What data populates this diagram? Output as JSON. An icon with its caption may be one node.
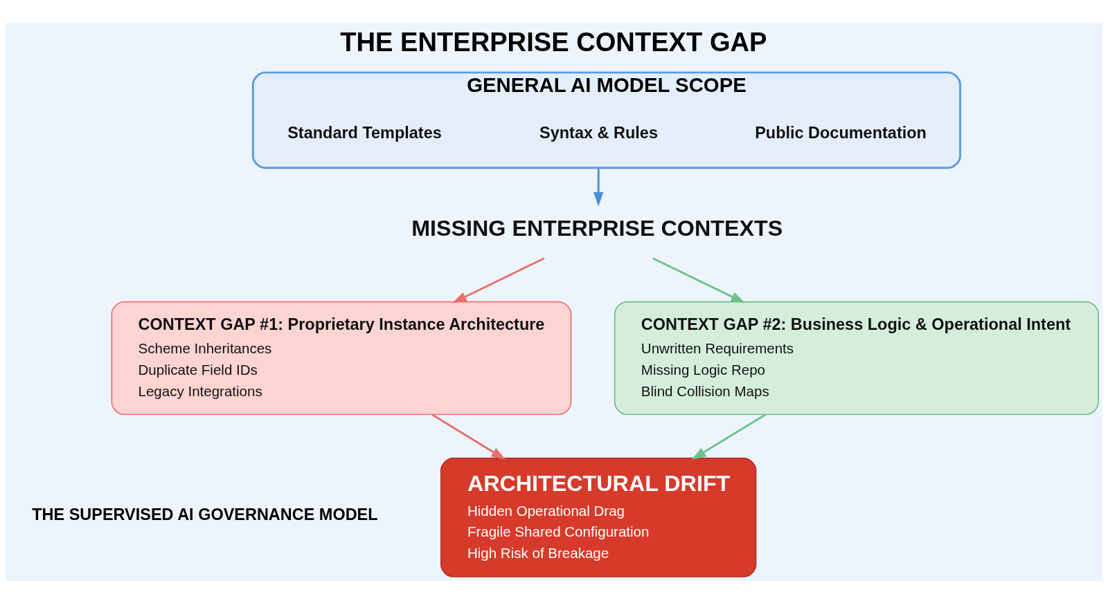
{
  "diagram": {
    "title": "THE ENTERPRISE CONTEXT GAP",
    "nodes": [
      {
        "text": [
          "GENERAL AI MODEL SCOPE"
        ]
      },
      {
        "text": [
          "Public Documentation"
        ],
        "in": 0
      },
      {
        "text": [
          "Syntax & Rules"
        ],
        "in": 0
      },
      {
        "text": [
          "Standard Templates"
        ],
        "in": 0
      },
      {
        "text": [
          "MISSING ENTERPRISE CONTEXTS"
        ]
      },
      {
        "text": [
          "CONTEXT GAP #1: Proprietary Instance Architecture",
          "Scheme Inheritances",
          "Duplicate Field IDs",
          "Legacy Integrations"
        ]
      },
      {
        "text": [
          "CONTEXT GAP #2: Business Logic & Operational Intent",
          "Unwritten Requirements",
          "Missing Logic Repo",
          "Blind Collision Maps"
        ]
      },
      {
        "text": [
          "ARCHITECTURAL DRIFT",
          "Hidden Operational Drag",
          "Fragile Shared Configuration",
          "High Risk of Breakage"
        ]
      }
    ],
    "edges": [
      {
        "from": 0,
        "to": 4,
        "arrow": "to",
        "color": "#4a90d9"
      },
      {
        "from": 4,
        "to": 5,
        "arrow": "to",
        "color": "#e8706a"
      },
      {
        "from": 4,
        "to": 6,
        "arrow": "to",
        "color": "#6cc48a"
      },
      {
        "from": 5,
        "to": 7,
        "arrow": "to",
        "color": "#e8706a"
      },
      {
        "from": 6,
        "to": 7,
        "arrow": "to",
        "color": "#6cc48a"
      }
    ],
    "labels": [
      "THE SUPERVISED AI GOVERNANCE MODEL"
    ]
  }
}
